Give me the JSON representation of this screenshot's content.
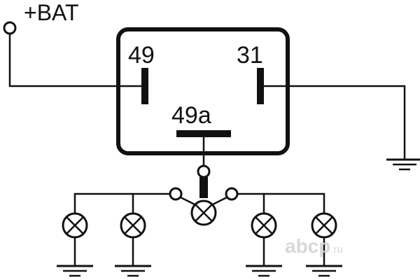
{
  "diagram": {
    "terminals": {
      "battery": "+BAT",
      "input": "49",
      "ground": "31",
      "output": "49a"
    },
    "lamps": {
      "count": 5
    },
    "grounds": {
      "count": 5
    }
  },
  "watermark": {
    "text": "abcp",
    "tld": ".ru"
  },
  "colors": {
    "line": "#111111",
    "background": "#ffffff",
    "watermark": "#d8d8d8"
  }
}
